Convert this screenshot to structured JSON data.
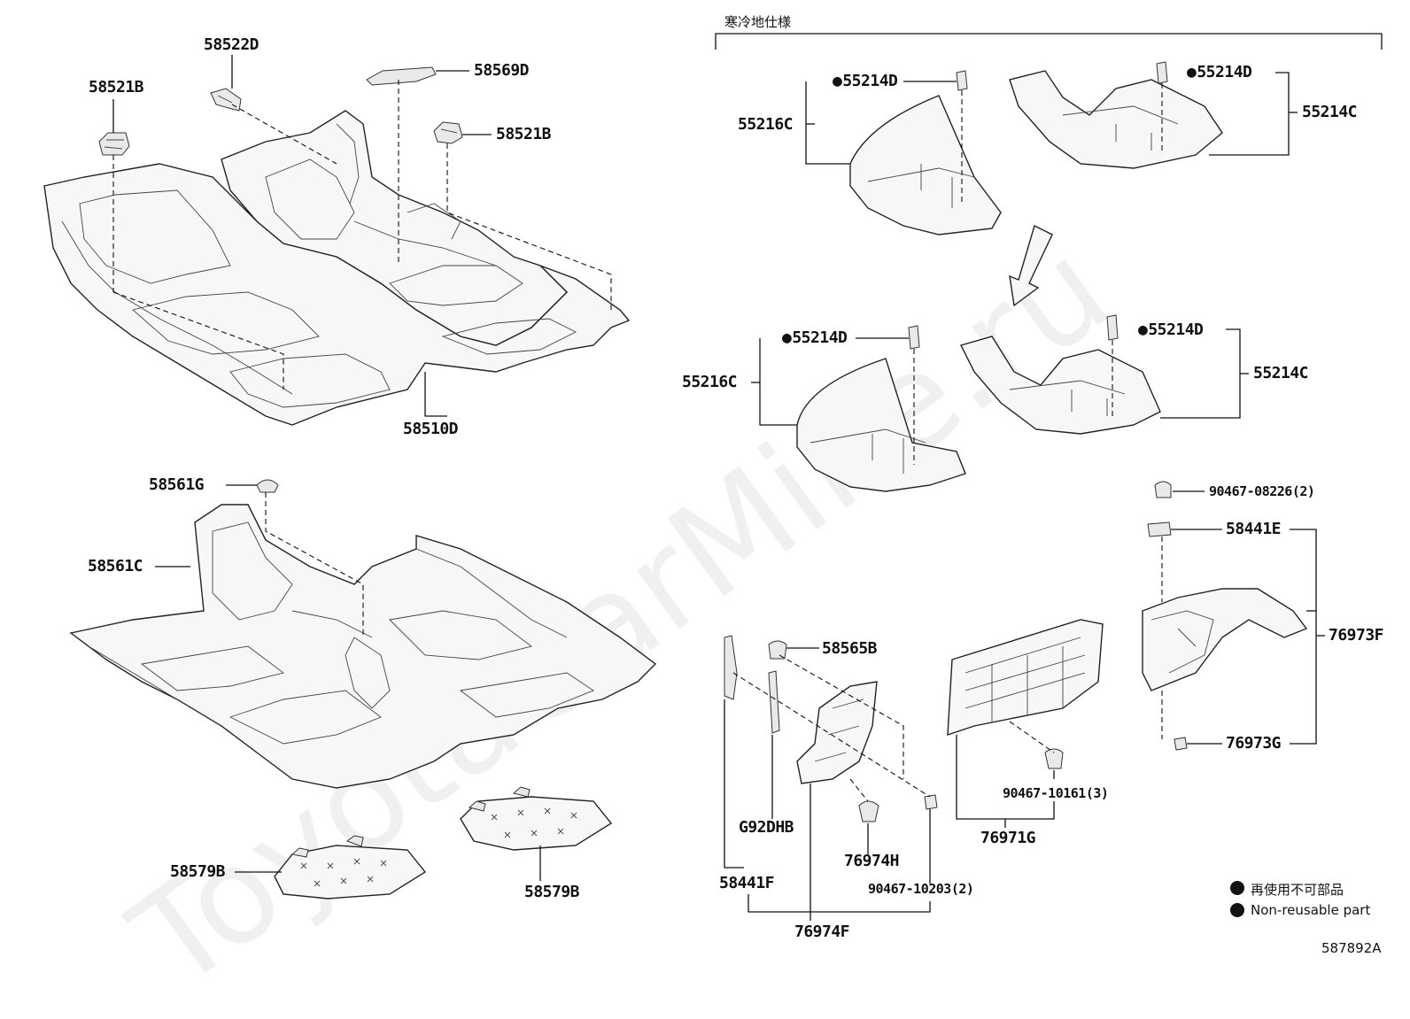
{
  "heading": "寒冷地仕様",
  "watermark": "ToyotaCarMine.ru",
  "diagram_code": "587892A",
  "legend": {
    "jp": "再使用不可部品",
    "en": "Non-reusable part"
  },
  "labels": {
    "p58522D": "58522D",
    "p58521B_a": "58521B",
    "p58569D": "58569D",
    "p58521B_b": "58521B",
    "p58510D": "58510D",
    "p58561G": "58561G",
    "p58561C": "58561C",
    "p58579B_a": "58579B",
    "p58579B_b": "58579B",
    "p55214D_a": "55214D",
    "p55216C_a": "55216C",
    "p55214D_b": "55214D",
    "p55214C_a": "55214C",
    "p55214D_c": "55214D",
    "p55216C_b": "55216C",
    "p55214D_d": "55214D",
    "p55214C_b": "55214C",
    "p90467_08226": "90467-08226(2)",
    "p58441E": "58441E",
    "p76973F": "76973F",
    "p76973G": "76973G",
    "p58565B": "58565B",
    "p90467_10161": "90467-10161(3)",
    "p76971G": "76971G",
    "pG92DHB": "G92DHB",
    "p76974H": "76974H",
    "p58441F": "58441F",
    "p90467_10203": "90467-10203(2)",
    "p76974F": "76974F"
  }
}
